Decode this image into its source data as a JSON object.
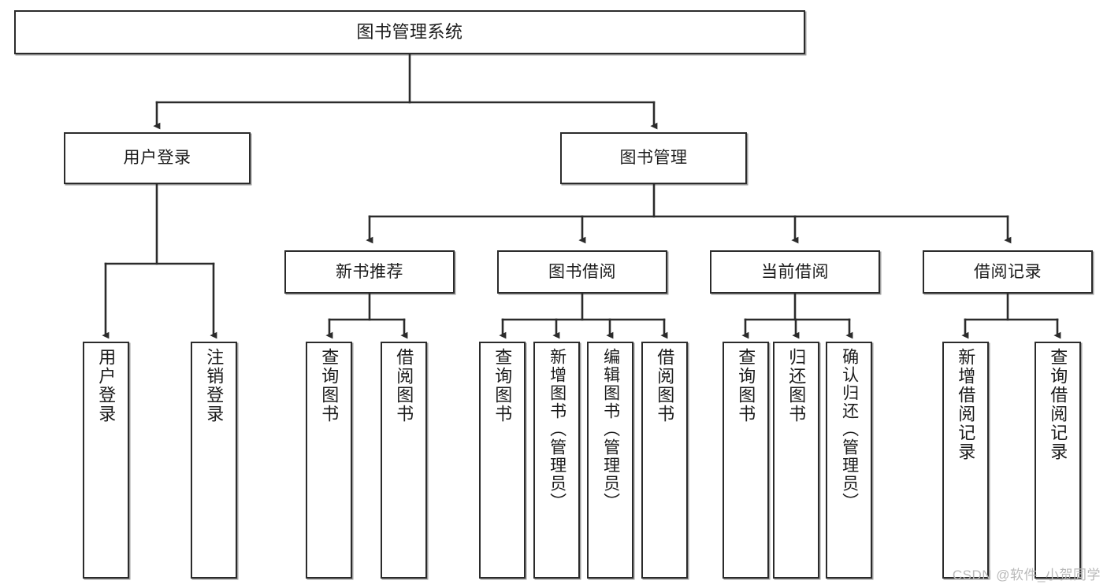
{
  "diagram": {
    "title": "图书管理系统",
    "type": "tree",
    "watermark": "CSDN @软件_小贺同学",
    "colors": {
      "box_border": "#2b2b2b",
      "box_fill": "#ffffff",
      "line": "#2b2b2b",
      "text": "#1b1b1b",
      "watermark": "#b9b9b9"
    },
    "nodes": {
      "root": {
        "label": "图书管理系统"
      },
      "level2": [
        {
          "label": "用户登录"
        },
        {
          "label": "图书管理"
        }
      ],
      "level3": [
        {
          "label": "新书推荐"
        },
        {
          "label": "图书借阅"
        },
        {
          "label": "当前借阅"
        },
        {
          "label": "借阅记录"
        }
      ],
      "leaves": {
        "user_login": [
          {
            "label": "用户登录"
          },
          {
            "label": "注销登录"
          }
        ],
        "new_book_recommend": [
          {
            "label": "查询图书"
          },
          {
            "label": "借阅图书"
          }
        ],
        "book_borrow": [
          {
            "label": "查询图书"
          },
          {
            "label": "新增图书（管理员）"
          },
          {
            "label": "编辑图书（管理员）"
          },
          {
            "label": "借阅图书"
          }
        ],
        "current_borrow": [
          {
            "label": "查询图书"
          },
          {
            "label": "归还图书"
          },
          {
            "label": "确认归还（管理员）"
          }
        ],
        "borrow_record": [
          {
            "label": "新增借阅记录"
          },
          {
            "label": "查询借阅记录"
          }
        ]
      }
    }
  }
}
